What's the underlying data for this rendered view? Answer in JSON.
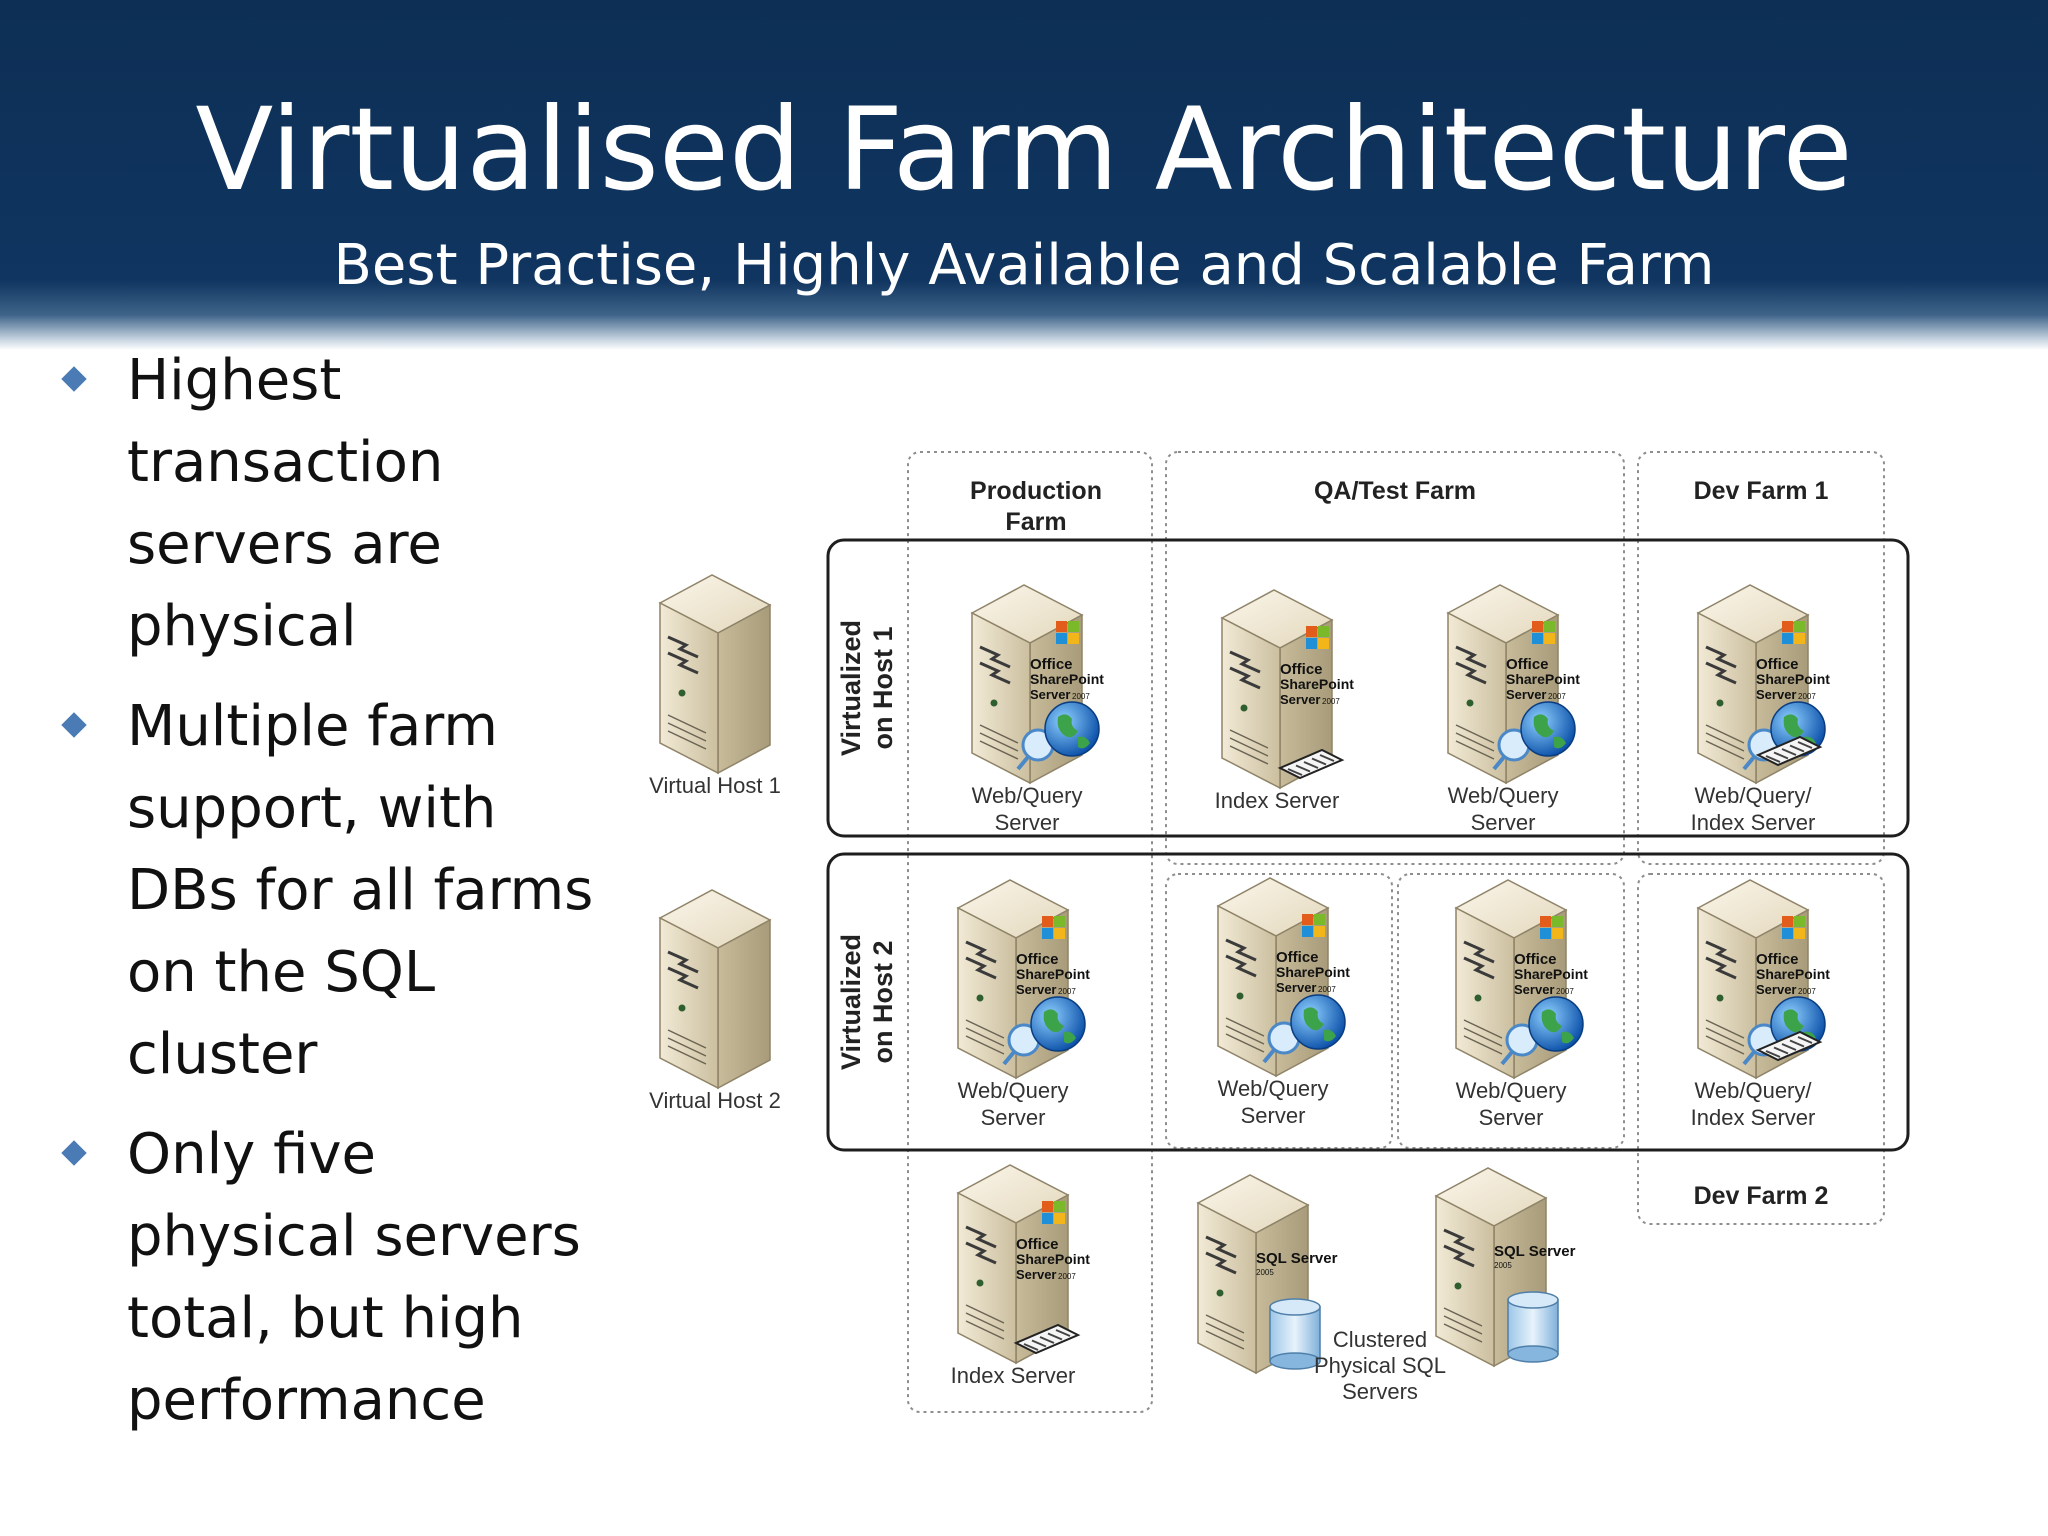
{
  "slide": {
    "title": "Virtualised Farm Architecture",
    "subtitle": "Best Practise, Highly Available and  Scalable Farm"
  },
  "bullets": [
    "Highest transaction servers are physical",
    "Multiple farm support, with DBs for all farms on the SQL cluster",
    "Only five physical servers total, but high performance"
  ],
  "colors": {
    "header": "#0f3560",
    "bullet": "#4a7bb5",
    "server_body": "#dccfae"
  },
  "diagram": {
    "farms": {
      "production": [
        "Production",
        "Farm"
      ],
      "qa": "QA/Test Farm",
      "dev1": "Dev Farm 1",
      "dev2": "Dev Farm 2"
    },
    "hosts": {
      "host1_label": [
        "Virtualized",
        "on Host 1"
      ],
      "host2_label": [
        "Virtualized",
        "on Host 2"
      ]
    },
    "servers": [
      {
        "id": "virtual-host-1",
        "kind": "plain",
        "label": [
          "Virtual Host 1"
        ]
      },
      {
        "id": "virtual-host-2",
        "kind": "plain",
        "label": [
          "Virtual Host 2"
        ]
      },
      {
        "id": "prod-web-query-1",
        "kind": "sharepoint",
        "badge": "globe",
        "label": [
          "Web/Query",
          "Server"
        ]
      },
      {
        "id": "qa-index-1",
        "kind": "sharepoint",
        "badge": "index",
        "label": [
          "Index Server"
        ]
      },
      {
        "id": "qa-web-query-1",
        "kind": "sharepoint",
        "badge": "globe",
        "label": [
          "Web/Query",
          "Server"
        ]
      },
      {
        "id": "dev1-web-query-index",
        "kind": "sharepoint",
        "badge": "both",
        "label": [
          "Web/Query/",
          "Index Server"
        ]
      },
      {
        "id": "prod-web-query-2",
        "kind": "sharepoint",
        "badge": "globe",
        "label": [
          "Web/Query",
          "Server"
        ]
      },
      {
        "id": "qa-web-query-2",
        "kind": "sharepoint",
        "badge": "globe",
        "label": [
          "Web/Query",
          "Server"
        ]
      },
      {
        "id": "qa-web-query-3",
        "kind": "sharepoint",
        "badge": "globe",
        "label": [
          "Web/Query",
          "Server"
        ]
      },
      {
        "id": "dev2-web-query-index",
        "kind": "sharepoint",
        "badge": "both",
        "label": [
          "Web/Query/",
          "Index Server"
        ]
      },
      {
        "id": "prod-index-physical",
        "kind": "sharepoint",
        "badge": "index",
        "label": [
          "Index Server"
        ]
      },
      {
        "id": "sql-server-1",
        "kind": "sql",
        "label": []
      },
      {
        "id": "sql-server-2",
        "kind": "sql",
        "label": []
      }
    ],
    "sql_cluster_label": [
      "Clustered",
      "Physical SQL",
      "Servers"
    ],
    "logo_text": {
      "sharepoint": [
        "Office",
        "SharePoint",
        "Server"
      ],
      "sharepoint_year": "2007",
      "sql": "SQL Server",
      "sql_year": "2005"
    }
  }
}
